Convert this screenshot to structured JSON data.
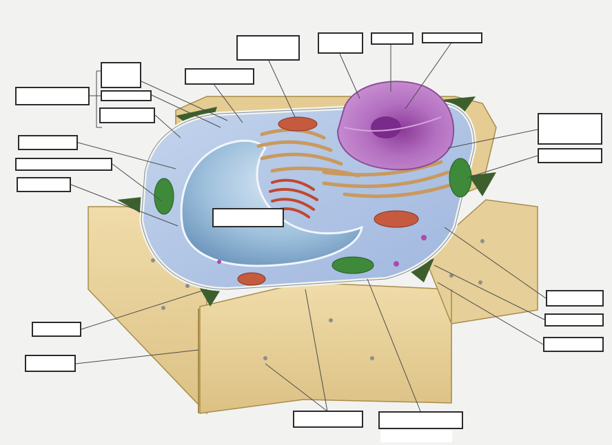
{
  "diagram": {
    "subject": "plant-cell",
    "colors": {
      "paper": "#f2f2f1",
      "cell_wall": "#e7cf97",
      "cell_wall_edge": "#a88c4a",
      "middle_lamella": "#3d5f2d",
      "cytoplasm": "#a9bfe0",
      "vacuole": "#9ec0dc",
      "nucleus": "#b36fc0",
      "nucleolus": "#7a2a8a",
      "endoplasmic_reticulum": "#d7b07a",
      "mitochondrion": "#c55a3e",
      "chloroplast": "#3f8a3a",
      "label_border": "#2b2b2b",
      "leader_line": "#4a4a4a"
    },
    "label_boxes": [
      {
        "id": "label-1",
        "text": ""
      },
      {
        "id": "label-2",
        "text": ""
      },
      {
        "id": "label-3",
        "text": ""
      },
      {
        "id": "label-4",
        "text": ""
      },
      {
        "id": "label-5",
        "text": ""
      },
      {
        "id": "label-6",
        "text": ""
      },
      {
        "id": "label-7",
        "text": ""
      },
      {
        "id": "label-8",
        "text": ""
      },
      {
        "id": "label-9",
        "text": ""
      },
      {
        "id": "label-10",
        "text": ""
      },
      {
        "id": "label-11",
        "text": ""
      },
      {
        "id": "label-12",
        "text": ""
      },
      {
        "id": "label-13",
        "text": ""
      },
      {
        "id": "label-14",
        "text": ""
      },
      {
        "id": "label-15",
        "text": ""
      },
      {
        "id": "label-16",
        "text": ""
      },
      {
        "id": "label-17",
        "text": ""
      },
      {
        "id": "label-18",
        "text": ""
      },
      {
        "id": "label-19",
        "text": ""
      },
      {
        "id": "label-20",
        "text": ""
      },
      {
        "id": "label-21",
        "text": ""
      },
      {
        "id": "label-22",
        "text": ""
      },
      {
        "id": "label-23",
        "text": ""
      },
      {
        "id": "label-24",
        "text": ""
      }
    ]
  }
}
